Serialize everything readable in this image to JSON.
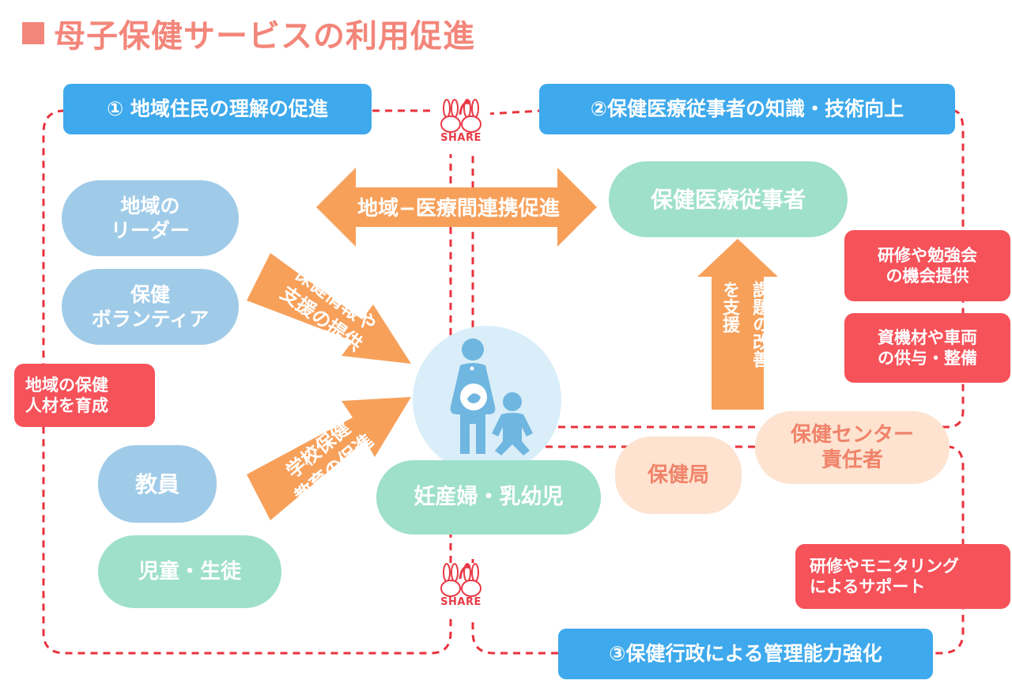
{
  "title": "母子保健サービスの利用促進",
  "labels": {
    "area1": "① 地域住民の理解の促進",
    "area2": "②保健医療従事者の知識・技術向上",
    "area3": "③保健行政による管理能力強化"
  },
  "nodes": {
    "leaders": [
      "地域の",
      "リーダー"
    ],
    "volunteers": [
      "保健",
      "ボランティア"
    ],
    "teachers": "教員",
    "students": "児童・生徒",
    "health_workers": "保健医療従事者",
    "mother_child": "妊産婦・乳幼児",
    "health_bureau": "保健局",
    "center_manager": [
      "保健センター",
      "責任者"
    ]
  },
  "arrows": {
    "collaboration": "地域−医療間連携促進",
    "info_support": [
      "保健情報や",
      "支援の提供"
    ],
    "school_health": [
      "学校保健",
      "教育の促進"
    ],
    "issue_support": [
      "課題の改善",
      "を支援"
    ]
  },
  "red_boxes": {
    "community_hr": [
      "地域の保健",
      "人材を育成"
    ],
    "training": [
      "研修や勉強会",
      "の機会提供"
    ],
    "equipment": [
      "資機材や車両",
      "の供与・整備"
    ],
    "monitoring": [
      "研修やモニタリング",
      "によるサポート"
    ]
  },
  "share_label": "SHARE",
  "colors": {
    "title": "#f3867a",
    "label_blue": "#3ea9ec",
    "node_light_blue": "#9fcbe8",
    "node_mint": "#9fe0ca",
    "node_peach": "#fde3d0",
    "red_box": "#f6525a",
    "arrow_orange": "#f7a05a",
    "dashed_border": "#e8323c",
    "figure": "#6fb6e0"
  },
  "icons": {
    "center": "mother-and-child-icon",
    "share": "rabbit-pair-icon"
  }
}
